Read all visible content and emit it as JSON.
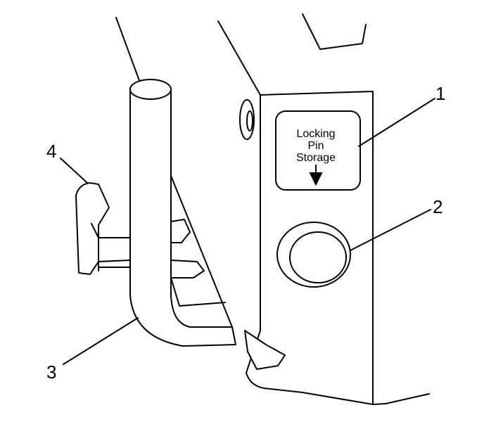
{
  "label": {
    "line1": "Locking",
    "line2": "Pin",
    "line3": "Storage"
  },
  "callouts": [
    "1",
    "2",
    "3",
    "4"
  ]
}
